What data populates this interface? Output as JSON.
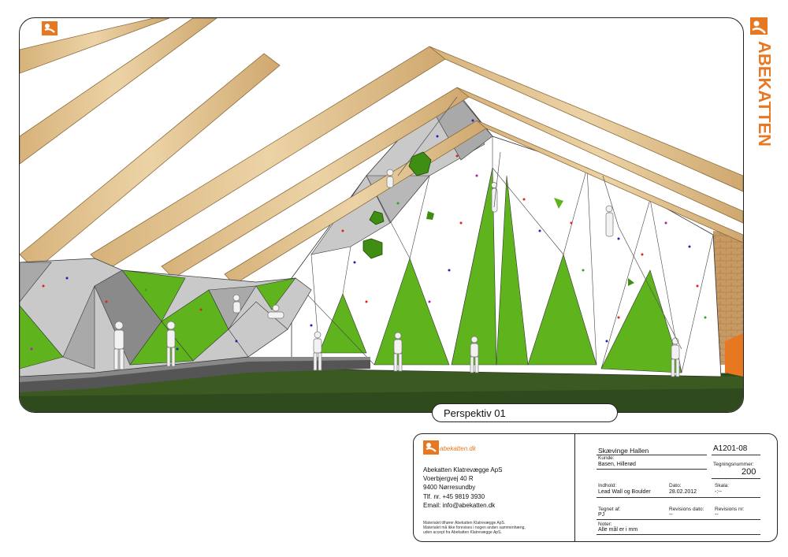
{
  "scene": {
    "caption": "Perspektiv 01"
  },
  "brand": {
    "vertical_text": "ABEKATTEN",
    "logo_icon": "monkey-logo-icon",
    "website": "abekatten.dk",
    "accent_color": "#e87722"
  },
  "company": {
    "name": "Abekatten Klatrevægge ApS",
    "address1": "Voerbjergvej 40 R",
    "address2": "9400 Nørresundby",
    "phone": "Tlf. nr.  +45 9819 3930",
    "email": "Email: info@abekatten.dk",
    "disclaimer1": "Materialet tilhører Abekatten Klatrevægge ApS.",
    "disclaimer2": "Materialet må ikke forevises i nogen anden sammenhæng,",
    "disclaimer3": "uden accept fra Abekatten Klatrevægge ApS."
  },
  "title_block": {
    "project": "Skævinge Hallen",
    "drawing_code": "A1201-08",
    "customer_label": "Kunde:",
    "customer_value": "Basen, Hillerød",
    "drawing_number_label": "Tegningsnummer:",
    "drawing_number_value": "200",
    "content_label": "Indhold:",
    "content_value": "Lead Wall og Boulder",
    "date_label": "Dato:",
    "date_value": "28.02.2012",
    "scale_label": "Skala:",
    "scale_value": "-:--",
    "drawn_by_label": "Tegnet af:",
    "drawn_by_value": "PJ",
    "revision_date_label": "Revisions dato:",
    "revision_date_value": "--",
    "revision_no_label": "Revisions nr:",
    "revision_no_value": "--",
    "notes_label": "Noter:",
    "notes_value": "Alle mål er i mm"
  },
  "colors": {
    "green": "#5fb41e",
    "light_gray": "#c9c9c9",
    "mid_gray": "#a9a9a9",
    "dark_gray": "#8a8a8a",
    "wood": "#e2c18c",
    "floor": "#2f4a1c",
    "orange": "#e87722"
  }
}
